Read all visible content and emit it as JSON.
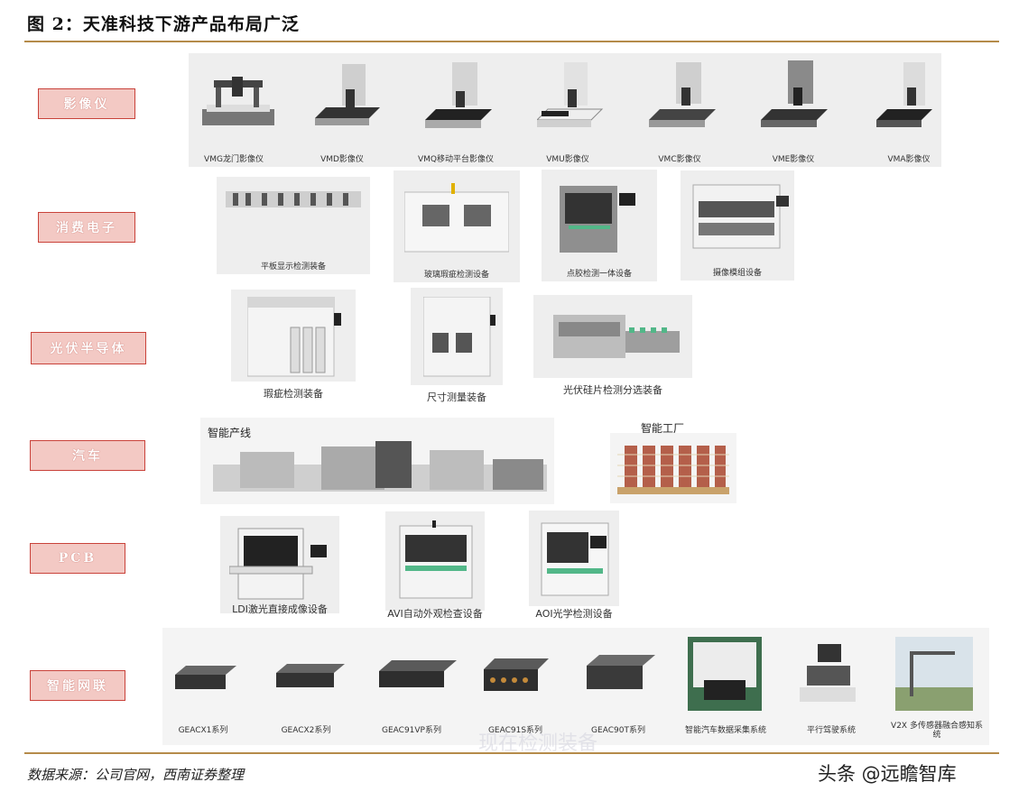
{
  "title": "图 2：天准科技下游产品布局广泛",
  "categories": [
    "影像仪",
    "消费电子",
    "光伏半导体",
    "汽车",
    "PCB",
    "智能网联"
  ],
  "vision": [
    "VMG龙门影像仪",
    "VMD影像仪",
    "VMQ移动平台影像仪",
    "VMU影像仪",
    "VMC影像仪",
    "VME影像仪",
    "VMA影像仪"
  ],
  "consumer": [
    "平板显示检测装备",
    "玻璃瑕疵检测设备",
    "点胶检测一体设备",
    "摄像模组设备"
  ],
  "pv": [
    "瑕疵检测装备",
    "尺寸测量装备",
    "光伏硅片检测分选装备"
  ],
  "auto": {
    "line": "智能产线",
    "factory": "智能工厂"
  },
  "pcb": [
    "LDI激光直接成像设备",
    "AVI自动外观检查设备",
    "AOI光学检测设备"
  ],
  "iov": [
    "GEACX1系列",
    "GEACX2系列",
    "GEAC91VP系列",
    "GEAC91S系列",
    "GEAC90T系列",
    "智能汽车数据采集系统",
    "平行驾驶系统",
    "V2X 多传感器融合感知系统"
  ],
  "faint_text": "现在检测装备",
  "footer": "数据来源：公司官网，西南证券整理",
  "watermark": "头条 @远瞻智库",
  "colors": {
    "accent": "#c9423a",
    "label_bg": "#f3c9c4",
    "rule": "#b58b4a"
  }
}
